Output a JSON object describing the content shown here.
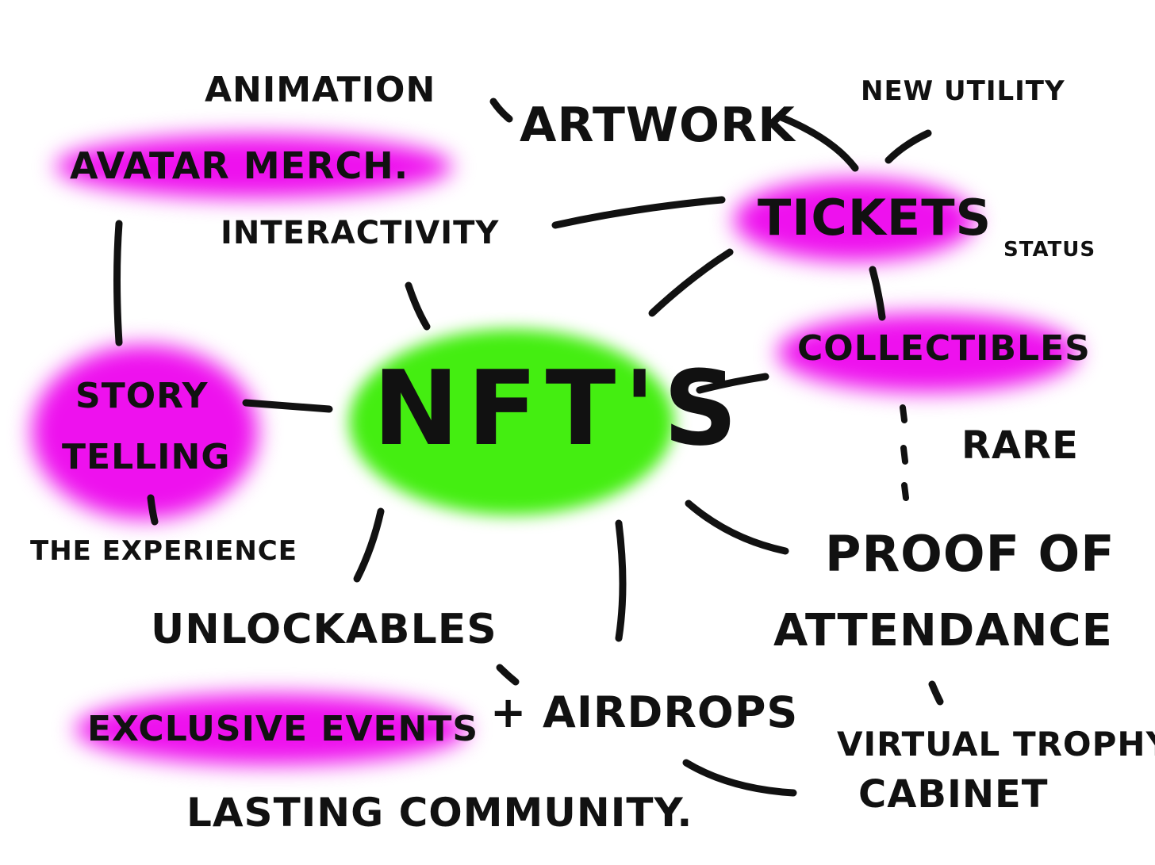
{
  "diagram": {
    "center": "NFT'S",
    "nodes": {
      "animation": "ANIMATION",
      "artwork": "ARTWORK",
      "new_utility": "NEW UTILITY",
      "avatar_merch": "AVATAR MERCH.",
      "interactivity": "INTERACTIVITY",
      "tickets": "TICKETS",
      "status": "STATUS",
      "collectibles": "COLLECTIBLES",
      "rare": "RARE",
      "story": "STORY",
      "telling": "TELLING",
      "the_experience": "THE EXPERIENCE",
      "proof_of": "PROOF OF",
      "attendance": "ATTENDANCE",
      "unlockables": "UNLOCKABLES",
      "exclusive_events": "EXCLUSIVE EVENTS",
      "airdrops": "+ AIRDROPS",
      "virtual_trophy": "VIRTUAL TROPHY",
      "cabinet": "CABINET",
      "lasting_community": "LASTING COMMUNITY."
    }
  },
  "colors": {
    "center_highlight": "#44ee11",
    "highlight": "#ee11ee",
    "ink": "#111111",
    "background": "#ffffff"
  }
}
